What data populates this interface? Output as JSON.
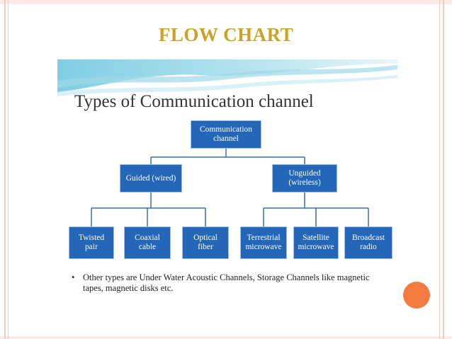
{
  "slide": {
    "title": "FLOW CHART"
  },
  "diagram": {
    "heading": "Types of Communication channel",
    "root": "Communication\nchannel",
    "branches": [
      {
        "label": "Guided (wired)",
        "children": [
          "Twisted\npair",
          "Coaxial\ncable",
          "Optical\nfiber"
        ]
      },
      {
        "label": "Unguided\n(wireless)",
        "children": [
          "Terrestrial\nmicrowave",
          "Satellite\nmicrowave",
          "Broadcast\nradio"
        ]
      }
    ],
    "bullet": "•",
    "note": "Other types are Under Water Acoustic Channels, Storage Channels like magnetic tapes, magnetic disks etc."
  },
  "colors": {
    "title": "#c9a227",
    "node_fill": "#2467b8",
    "node_text": "#ffffff",
    "connector": "#3a6fb0",
    "accent_circle": "#f47b3f",
    "frame": "#f3c9c0"
  }
}
